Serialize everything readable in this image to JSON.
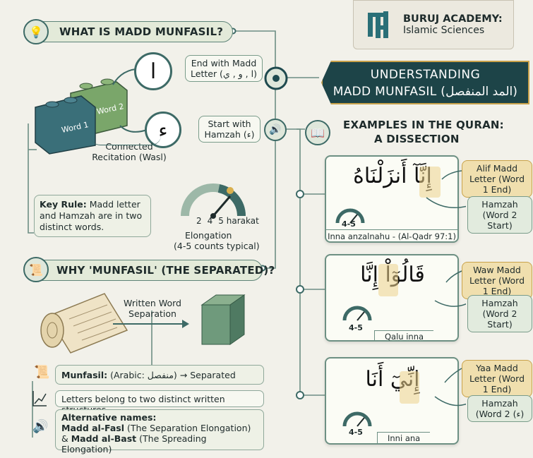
{
  "brand": {
    "name": "BURUJ ACADEMY:",
    "sub": "Islamic Sciences"
  },
  "title": {
    "line1": "UNDERSTANDING",
    "line2": "MADD MUNFASIL (المد المنفصل)"
  },
  "section1": {
    "heading": "WHAT IS MADD MUNFASIL?",
    "block1": "Word 1",
    "block2": "Word 2",
    "alif_glyph": "ا",
    "hamzah_glyph": "ء",
    "end_label": "End with Madd Letter (ا , و , ي)",
    "start_label": "Start with Hamzah (ء)",
    "connected": "Connected Recitation (Wasl)",
    "key_rule_bold": "Key Rule:",
    "key_rule_text": " Madd letter and Hamzah are in two distinct words.",
    "gauge": {
      "ticks": [
        "2",
        "4",
        "5 harakat"
      ],
      "level": 0.82,
      "title": "Elongation",
      "sub": "(4-5 counts typical)"
    }
  },
  "section2": {
    "heading": "WHY 'MUNFASIL' (THE SEPARATED)?",
    "written_sep": "Written Word Separation",
    "row1_bold": "Munfasil:",
    "row1_text": " (Arabic: منفصل) → Separated",
    "row2_text": "Letters belong to two distinct written structures.",
    "alt_title": "Alternative names:",
    "alt1_bold": "Madd al-Fasl",
    "alt1_text": " (The Separation Elongation)",
    "alt2_prefix": "& ",
    "alt2_bold": "Madd al-Bast",
    "alt2_text": " (The Spreading Elongation)"
  },
  "examples": {
    "heading_line1": "EXAMPLES IN THE QURAN:",
    "heading_line2": "A DISSECTION",
    "items": [
      {
        "arabic": "إِنَّآ أَنزَلْنَاهُ",
        "gauge": "4-5",
        "caption": "Inna anzalnahu - (Al-Qadr 97:1)",
        "label1": "Alif Madd Letter (Word 1 End)",
        "label2": "Hamzah (Word 2 Start)"
      },
      {
        "arabic": "قَالُوٓاْ إِنَّا",
        "gauge": "4-5",
        "caption": "Qalu inna",
        "label1": "Waw Madd Letter (Word 1 End)",
        "label2": "Hamzah (Word 2 Start)"
      },
      {
        "arabic": "إِنِّيٓ أَنَا",
        "gauge": "4-5",
        "caption": "Inni ana",
        "label1": "Yaa Madd Letter (Word 1 End)",
        "label2": "Hamzah (Word 2 (ء)"
      }
    ]
  },
  "colors": {
    "teal": "#1f4a4f",
    "accent": "#3d6a66",
    "gold": "#f0dfae",
    "green": "#6f9a4e"
  }
}
